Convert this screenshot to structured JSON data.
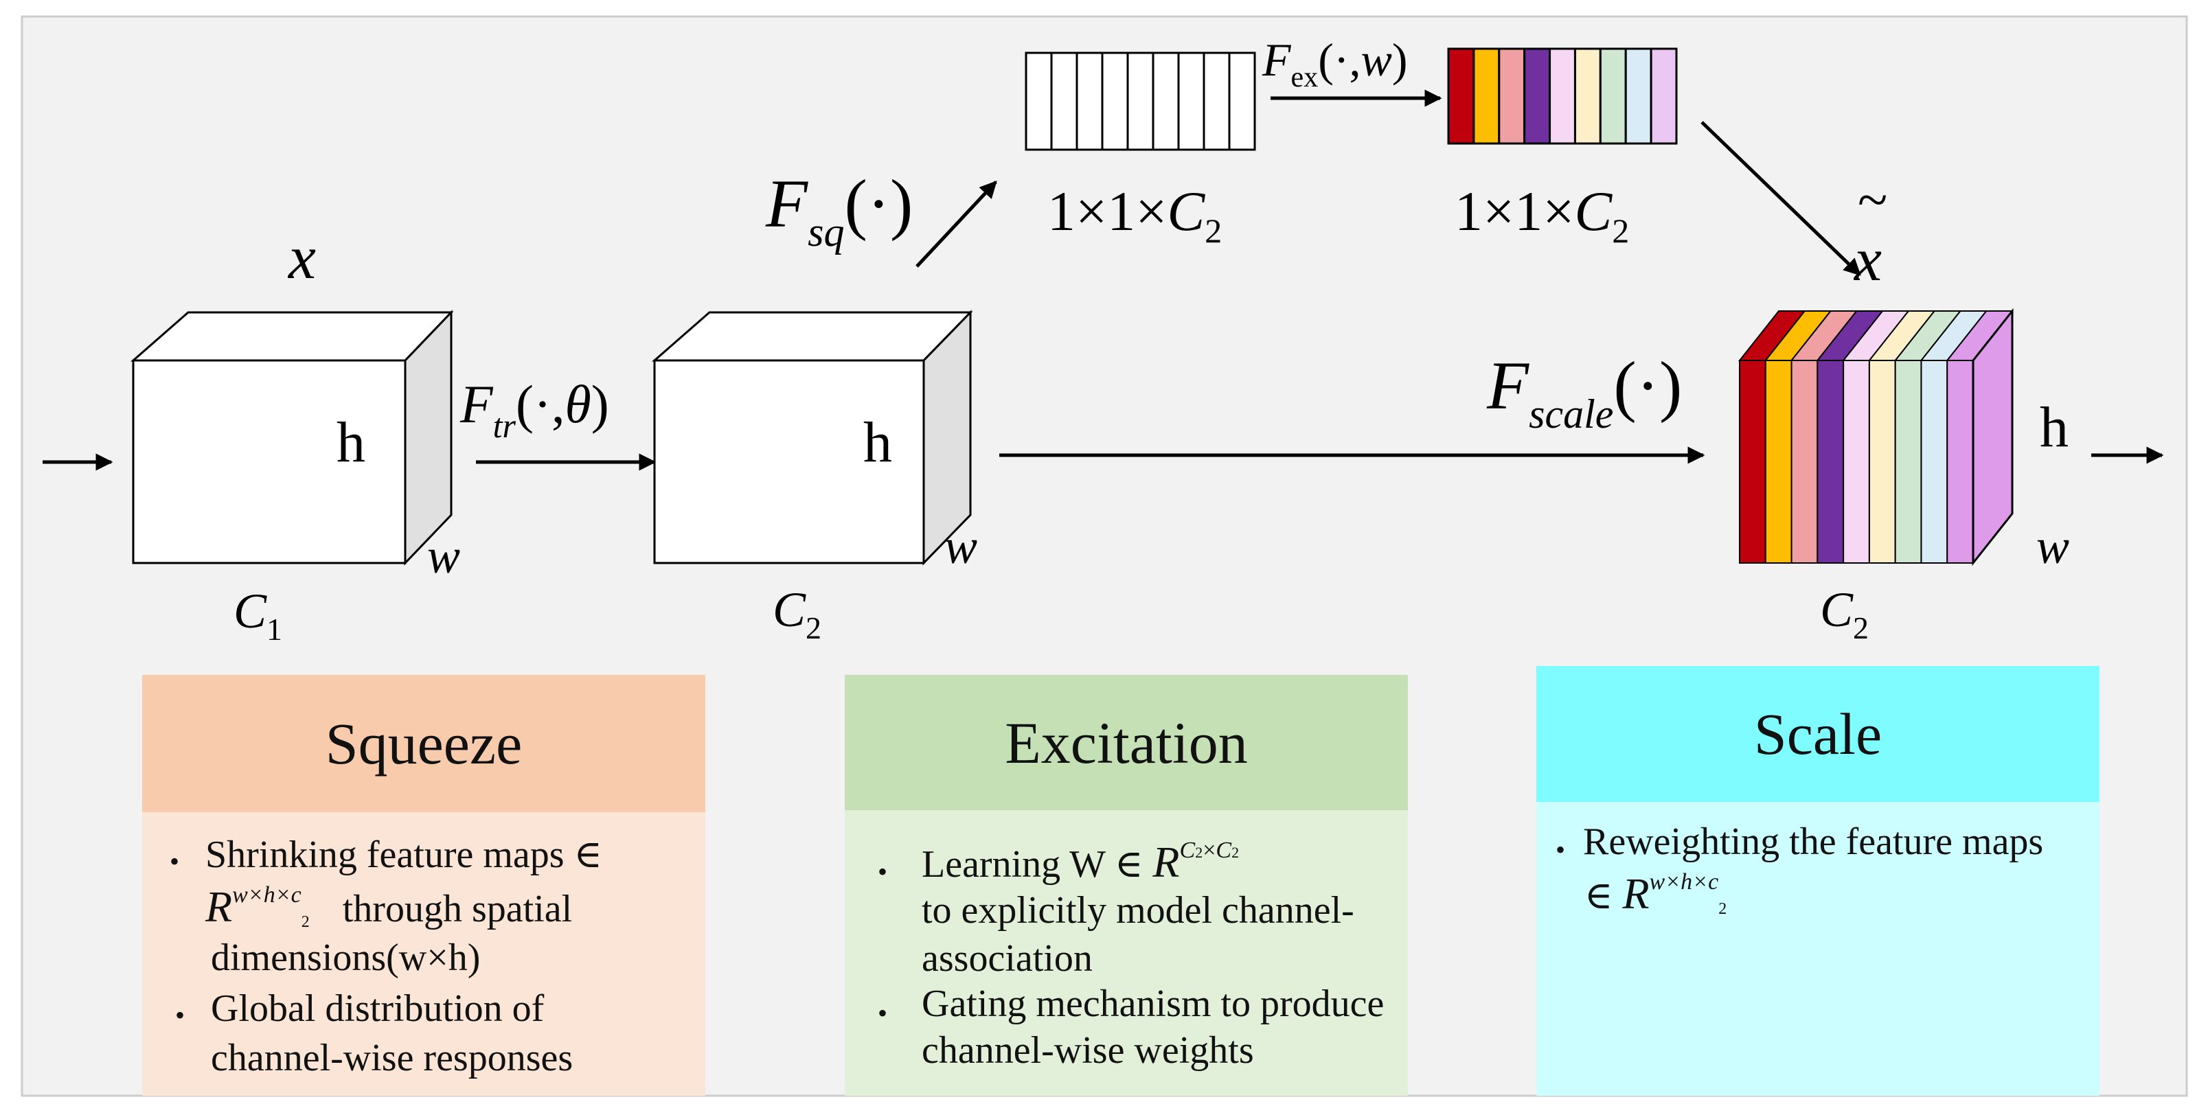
{
  "diagram": {
    "labels": {
      "x_input": "x",
      "x_tilde": "x",
      "tilde_mark": "~",
      "c1_base": "C",
      "c1_sub": "1",
      "c2_base": "C",
      "c2_sub": "2",
      "h": "h",
      "w": "w",
      "f_base": "F",
      "sub_tr": "tr",
      "sub_sq": "sq",
      "sub_ex": "ex",
      "sub_scale": "scale",
      "arg_tr": "(·,",
      "arg_tr_theta": "θ",
      "arg_tr_close": ")",
      "arg_dot": "(·)",
      "arg_ex": "(·,",
      "arg_ex_w": "w",
      "arg_ex_close": ")",
      "vec_dims": "1×1×"
    },
    "excitation_colors": [
      "#c0000d",
      "#fdbd00",
      "#f0a0a2",
      "#7030a0",
      "#f6d8f5",
      "#fdefc7",
      "#cfe6d1",
      "#d8ebf7",
      "#ebc8f4"
    ],
    "scale_colors": [
      "#c0000d",
      "#fdbd00",
      "#f0a0a2",
      "#7030a0",
      "#f6d8f5",
      "#fdefc7",
      "#cfe6d1",
      "#d8ebf7",
      "#dd9bea"
    ],
    "cube_colors": {
      "front": "#ffffff",
      "side": "#e0e0e0",
      "stroke": "#000000"
    }
  },
  "panels": {
    "squeeze": {
      "title": "Squeeze",
      "head_color": "#f8cbad",
      "body_color": "#fbe5d6",
      "line1": "Shrinking feature maps ∈",
      "line2_R": "R",
      "line2_sup": "w×h×c",
      "line2_sup_sub": "2",
      "line2_text": "through spatial",
      "line3": "dimensions(w×h)",
      "line4": "Global distribution of",
      "line5": "channel-wise responses",
      "bullet": "•"
    },
    "excitation": {
      "title": "Excitation",
      "head_color": "#c5e0b4",
      "body_color": "#e2f0d9",
      "line1_text": "Learning W ∈",
      "line1_R": "R",
      "line1_sup_a": "C",
      "line1_sup_a_sub": "2",
      "line1_sup_x": "×",
      "line1_sup_b": "C",
      "line1_sup_b_sub": "2",
      "line2": "to explicitly model channel-",
      "line3": "association",
      "line4": "Gating mechanism to produce",
      "line5": "channel-wise weights",
      "bullet": "•"
    },
    "scale": {
      "title": "Scale",
      "head_color": "#7ffcff",
      "body_color": "#ccfdff",
      "line1": "Reweighting the feature maps",
      "line2_elem": "∈",
      "line2_R": "R",
      "line2_sup": "w×h×c",
      "line2_sup_sub": "2",
      "bullet": "•"
    }
  }
}
